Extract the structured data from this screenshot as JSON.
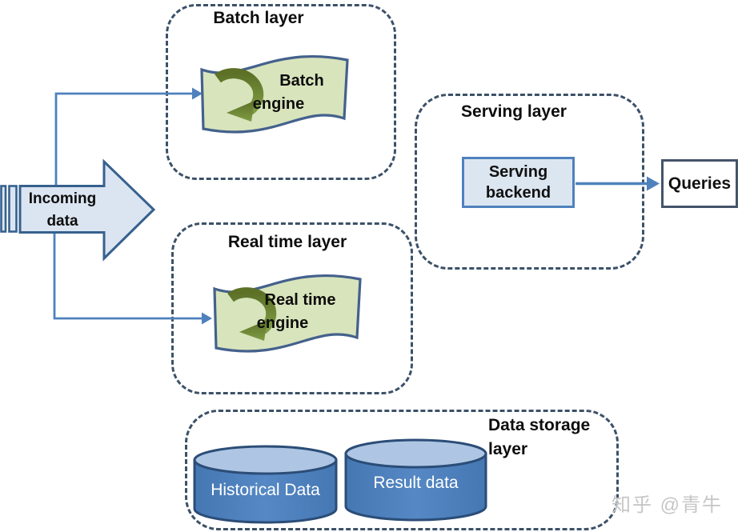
{
  "incoming": {
    "line1": "Incoming",
    "line2": "data"
  },
  "batch": {
    "layer_title": "Batch layer",
    "engine_line1": "Batch",
    "engine_line2": "engine"
  },
  "realtime": {
    "layer_title": "Real time layer",
    "engine_line1": "Real time",
    "engine_line2": "engine"
  },
  "serving": {
    "layer_title": "Serving layer",
    "backend_line1": "Serving",
    "backend_line2": "backend",
    "queries_label": "Queries"
  },
  "storage": {
    "title_line1": "Data storage",
    "title_line2": "layer",
    "cylinders": [
      {
        "label": "Historical Data"
      },
      {
        "label": "Result data"
      }
    ]
  },
  "watermark": "知乎 @青牛",
  "colors": {
    "dashed_border": "#3c5168",
    "connector_blue": "#4f81bd",
    "incoming_arrow_fill": "#dbe5f1",
    "incoming_arrow_border": "#36618e",
    "wave_fill": "#d8e4bc",
    "wave_border": "#44618c",
    "loop_icon_green_dark": "#5c7026",
    "loop_icon_green_light": "#7f9c45",
    "cylinder_body": "#4a7eba",
    "cylinder_top": "#aec6e3",
    "cylinder_border": "#2b4d77",
    "backend_fill": "#dce6f1",
    "backend_border": "#4f81bd",
    "queries_border": "#44546a",
    "watermark_gray": "#c6c6c6"
  }
}
